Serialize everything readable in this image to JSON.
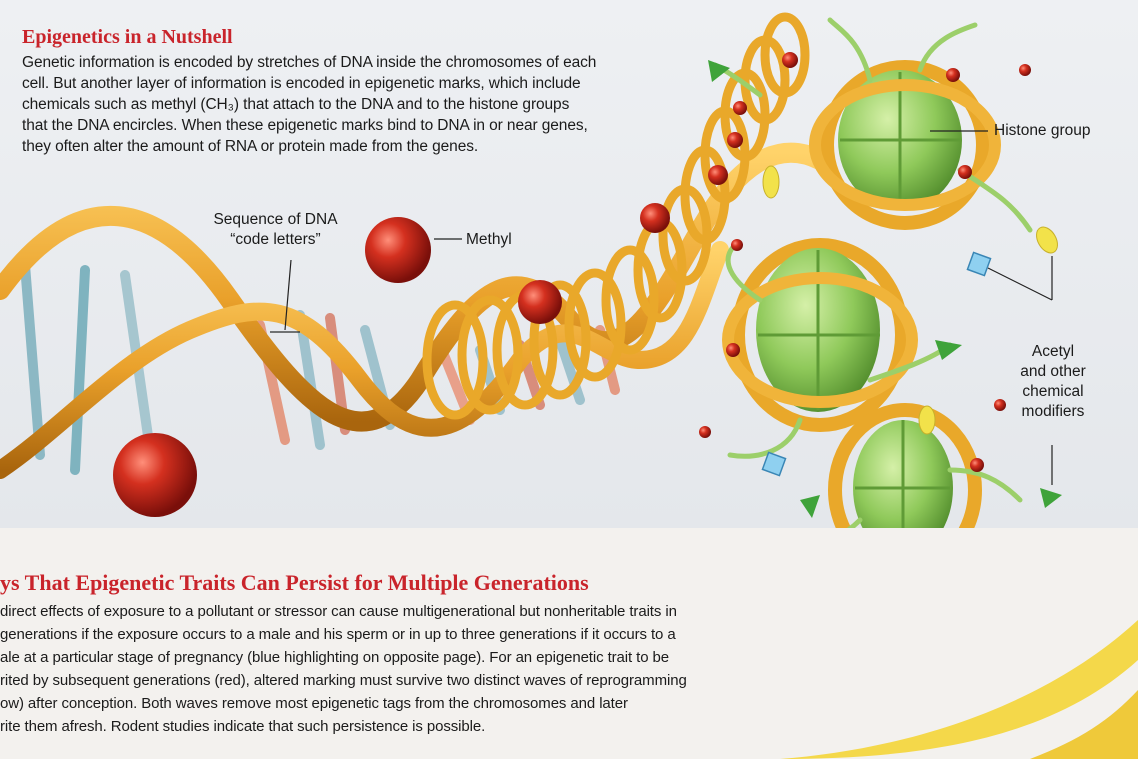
{
  "top_section": {
    "title": "Epigenetics in a Nutshell",
    "lines": [
      "Genetic information is encoded by stretches of DNA inside the chromosomes of each",
      "cell. But another layer of information is encoded in epigenetic marks, which include",
      "chemicals such as methyl (CH₃) that attach to the DNA and to the histone groups",
      "that the DNA encircles. When these epigenetic marks bind to DNA in or near genes,",
      "they often alter the amount of RNA or protein made from the genes."
    ]
  },
  "labels": {
    "dna_sequence": [
      "Sequence of DNA",
      "“code letters”"
    ],
    "methyl": "Methyl",
    "histone_group": "Histone group",
    "acetyl": [
      "Acetyl",
      "and other",
      "chemical",
      "modifiers"
    ]
  },
  "bottom_section": {
    "title": "ys That Epigenetic Traits Can Persist for Multiple Generations",
    "lines": [
      "direct effects of exposure to a pollutant or stressor can cause multigenerational but nonheritable traits in",
      "generations if the exposure occurs to a male and his sperm or in up to three generations if it occurs to a",
      "ale at a particular stage of pregnancy (blue highlighting on opposite page). For an epigenetic trait to be",
      "rited by subsequent generations (red), altered marking must survive two distinct waves of reprogramming",
      "ow) after conception. Both waves remove most epigenetic tags from the chromosomes and later",
      "rite them afresh.  Rodent studies indicate that such persistence is possible."
    ]
  },
  "colors": {
    "title_red": "#c9242b",
    "dna_backbone": "#e9a82a",
    "methyl_ball": "#c0231c",
    "histone": "#8fc95a",
    "acetyl": "#f2e24a"
  }
}
